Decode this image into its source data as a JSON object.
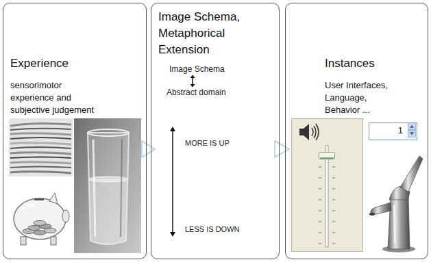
{
  "diagram": {
    "nodes": [
      {
        "text": [
          "Experience",
          "sensorimotor experience and subjective judgement"
        ]
      },
      {
        "text": [
          "Image Schema, Metaphorical Extension"
        ]
      },
      {
        "text": [
          "Instances",
          "User Interfaces, Language, Behavior ..."
        ]
      },
      {
        "text": [
          "1"
        ],
        "in": 2
      }
    ],
    "edges": [
      {
        "from": 0,
        "to": 1,
        "arrow": "to"
      },
      {
        "from": 1,
        "to": 2,
        "arrow": "to"
      }
    ],
    "labels": [
      "Image Schema",
      "Abstract domain",
      "MORE IS UP",
      "LESS IS DOWN"
    ]
  }
}
